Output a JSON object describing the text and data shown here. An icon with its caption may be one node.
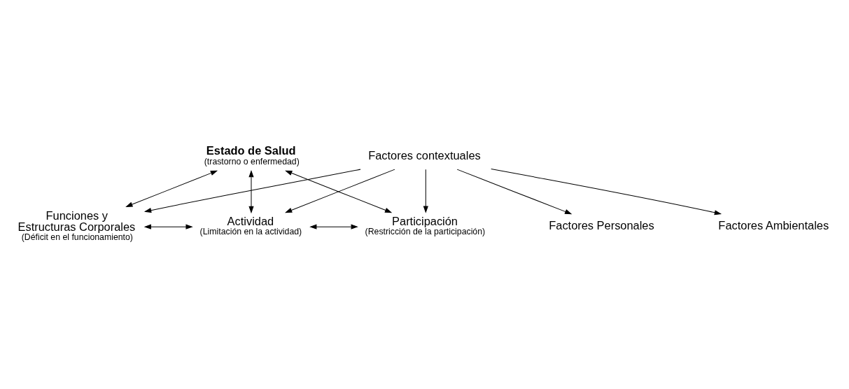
{
  "diagram": {
    "nodes": [
      {
        "text": [
          "Estado de Salud",
          "(trastorno o enfermedad)"
        ]
      },
      {
        "text": [
          "Funciones y Estructuras Corporales",
          "(Déficit en el funcionamiento)"
        ]
      },
      {
        "text": [
          "Actividad",
          "(Limitación en la actividad)"
        ]
      },
      {
        "text": [
          "Participación",
          "(Restricción de la participación)"
        ]
      },
      {
        "text": [
          "Factores contextuales"
        ]
      },
      {
        "text": [
          "Factores Ambientales"
        ]
      },
      {
        "text": [
          "Factores Personales"
        ]
      }
    ],
    "edges": [
      {
        "from": 0,
        "to": 2,
        "arrow": "both"
      },
      {
        "from": 0,
        "to": 1,
        "arrow": "both"
      },
      {
        "from": 0,
        "to": 3,
        "arrow": "both"
      },
      {
        "from": 1,
        "to": 2,
        "arrow": "both"
      },
      {
        "from": 2,
        "to": 3,
        "arrow": "both"
      },
      {
        "from": 4,
        "to": 2,
        "arrow": "to"
      },
      {
        "from": 4,
        "to": 1,
        "arrow": "to"
      },
      {
        "from": 4,
        "to": 3,
        "arrow": "to"
      },
      {
        "from": 4,
        "to": 5,
        "arrow": "to"
      },
      {
        "from": 4,
        "to": 6,
        "arrow": "to"
      }
    ]
  }
}
